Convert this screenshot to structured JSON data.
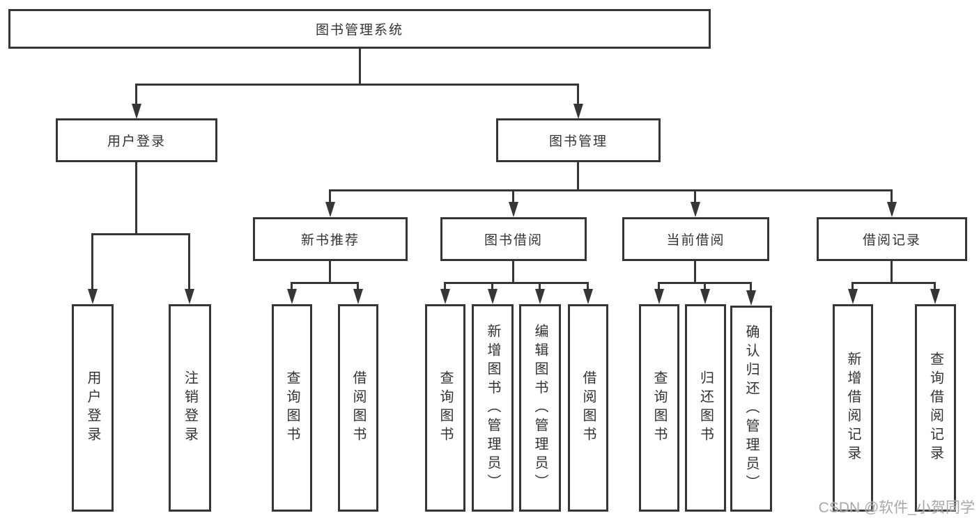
{
  "colors": {
    "line": "#363636",
    "text": "#333333",
    "background": "#ffffff",
    "watermark": "#9e9e9e"
  },
  "tree": {
    "label": "图书管理系统",
    "children": [
      {
        "label": "用户登录",
        "children": [
          {
            "label": "用户登录"
          },
          {
            "label": "注销登录"
          }
        ]
      },
      {
        "label": "图书管理",
        "children": [
          {
            "label": "新书推荐",
            "children": [
              {
                "label": "查询图书"
              },
              {
                "label": "借阅图书"
              }
            ]
          },
          {
            "label": "图书借阅",
            "children": [
              {
                "label": "查询图书"
              },
              {
                "label": "新增图书（管理员）"
              },
              {
                "label": "编辑图书（管理员）"
              },
              {
                "label": "借阅图书"
              }
            ]
          },
          {
            "label": "当前借阅",
            "children": [
              {
                "label": "查询图书"
              },
              {
                "label": "归还图书"
              },
              {
                "label": "确认归还（管理员）"
              }
            ]
          },
          {
            "label": "借阅记录",
            "children": [
              {
                "label": "新增借阅记录"
              },
              {
                "label": "查询借阅记录"
              }
            ]
          }
        ]
      }
    ]
  },
  "watermark": {
    "text": "CSDN @软件_小贺同学"
  }
}
